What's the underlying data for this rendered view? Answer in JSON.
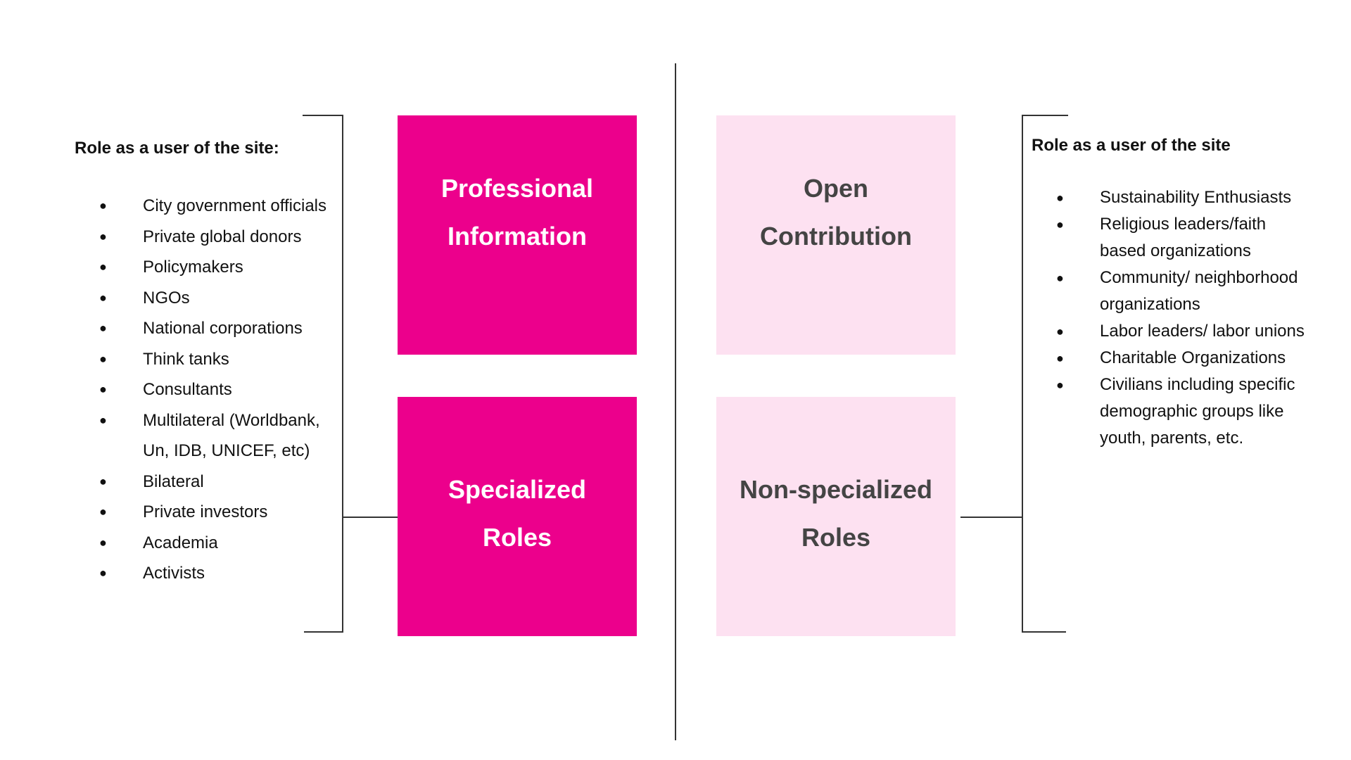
{
  "left_panel": {
    "heading": "Role as a user of the site:",
    "items": [
      "City government officials",
      "Private global donors",
      "Policymakers",
      "NGOs",
      "National corporations",
      "Think tanks",
      "Consultants",
      "Multilateral (Worldbank, Un, IDB, UNICEF, etc)",
      "Bilateral",
      "Private investors",
      "Academia",
      "Activists"
    ]
  },
  "boxes": {
    "top_left": {
      "line1": "Professional",
      "line2": "Information"
    },
    "bottom_left": {
      "line1": "Specialized",
      "line2": "Roles"
    },
    "top_right": {
      "line1": "Open",
      "line2": "Contribution"
    },
    "bottom_right": {
      "line1": "Non-specialized",
      "line2": "Roles"
    }
  },
  "right_panel": {
    "heading": "Role as a user of the site",
    "items": [
      "Sustainability Enthusiasts",
      "Religious leaders/faith based organizations",
      "Community/ neighborhood organizations",
      "Labor leaders/ labor unions",
      "Charitable Organizations",
      "Civilians including specific demographic groups like youth, parents, etc."
    ]
  },
  "colors": {
    "magenta": "#EC008C",
    "light_pink": "#FDE1F1",
    "dark_text": "#444444",
    "line": "#333333"
  }
}
